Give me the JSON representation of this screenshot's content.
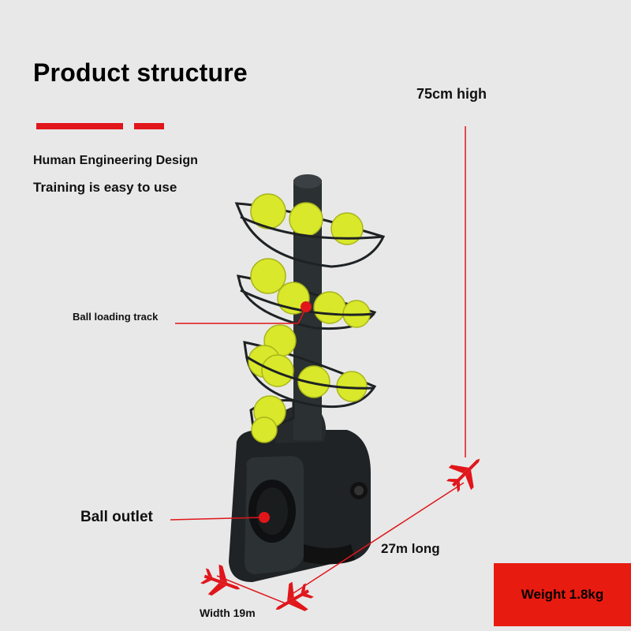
{
  "header": {
    "title": "Product structure",
    "features": [
      "Human Engineering Design",
      "Training is easy to use"
    ]
  },
  "callouts": {
    "height": "75cm high",
    "loading_track": "Ball loading track",
    "outlet": "Ball outlet",
    "length": "27m long",
    "width": "Width 19m"
  },
  "weight": "Weight 1.8kg",
  "icons": [
    "airplane-icon"
  ],
  "colors": {
    "background": "#e8e8e8",
    "accent_red": "#e0161b",
    "ball_yellow": "#d9e82a",
    "machine_dark": "#262a2c"
  }
}
